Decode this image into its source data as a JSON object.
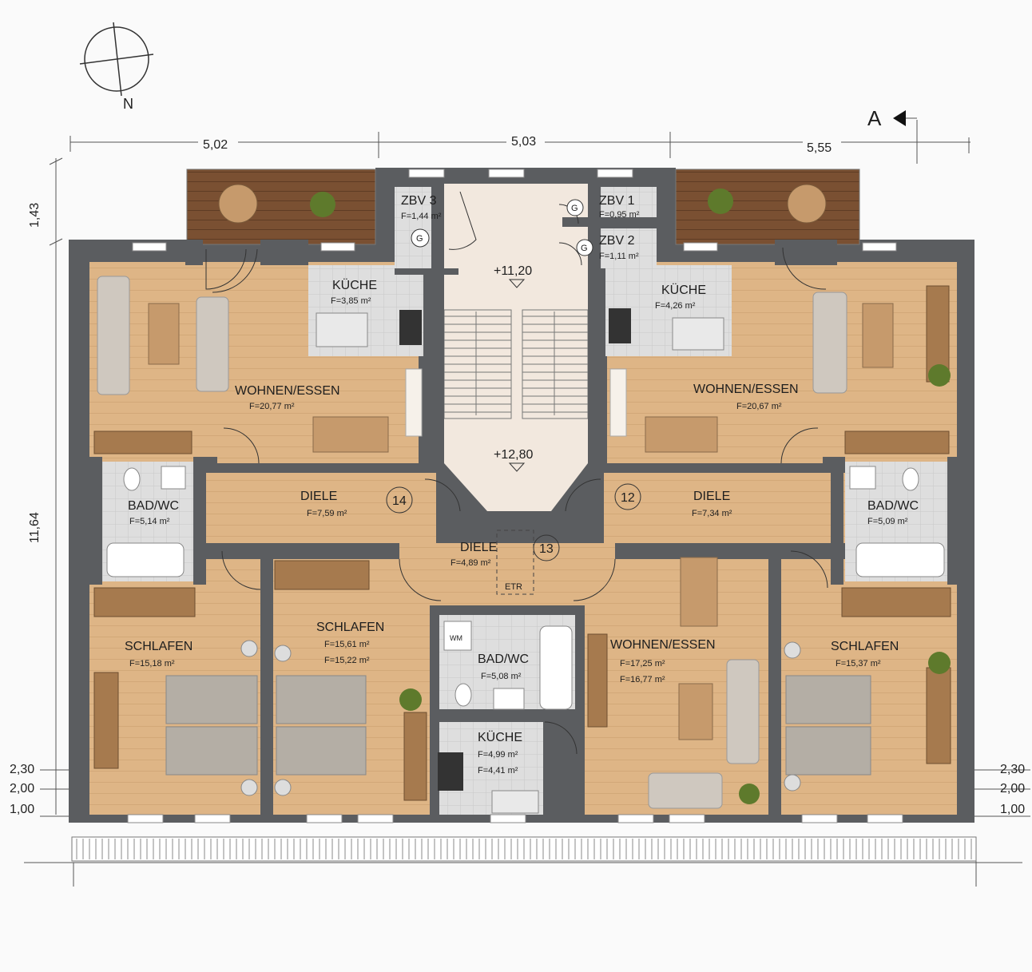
{
  "compass": {
    "north_label": "N"
  },
  "section_marker": {
    "label": "A"
  },
  "dimensions": {
    "top": [
      "5,02",
      "5,03",
      "5,55"
    ],
    "left": [
      "1,43",
      "11,64"
    ],
    "left_levels": [
      "2,30",
      "2,00",
      "1,00"
    ],
    "right_levels": [
      "2,30",
      "2,00",
      "1,00"
    ]
  },
  "levels": {
    "top_landing": "+11,20",
    "bottom_landing": "+12,80"
  },
  "rooms": {
    "zbv3": {
      "name": "ZBV 3",
      "area": "F=1,44 m²",
      "symbol": "G"
    },
    "zbv1": {
      "name": "ZBV 1",
      "area": "F=0,95 m²",
      "symbol": "G"
    },
    "zbv2": {
      "name": "ZBV 2",
      "area": "F=1,11 m²",
      "symbol": "G"
    },
    "kueche_l": {
      "name": "KÜCHE",
      "area": "F=3,85 m²"
    },
    "kueche_r": {
      "name": "KÜCHE",
      "area": "F=4,26 m²"
    },
    "wohnen_l": {
      "name": "WOHNEN/ESSEN",
      "area": "F=20,77 m²"
    },
    "wohnen_r": {
      "name": "WOHNEN/ESSEN",
      "area": "F=20,67 m²"
    },
    "bad_l": {
      "name": "BAD/WC",
      "area": "F=5,14 m²"
    },
    "bad_r": {
      "name": "BAD/WC",
      "area": "F=5,09 m²"
    },
    "diele_l": {
      "name": "DIELE",
      "area": "F=7,59 m²"
    },
    "diele_r": {
      "name": "DIELE",
      "area": "F=7,34 m²"
    },
    "diele_m": {
      "name": "DIELE",
      "area": "F=4,89 m²"
    },
    "schlafen_l": {
      "name": "SCHLAFEN",
      "area": "F=15,18 m²"
    },
    "schlafen_ml": {
      "name": "SCHLAFEN",
      "area": "F=15,61 m²",
      "area2": "F=15,22 m²"
    },
    "bad_m": {
      "name": "BAD/WC",
      "area": "F=5,08 m²",
      "wm": "WM"
    },
    "kueche_m": {
      "name": "KÜCHE",
      "area": "F=4,99 m²",
      "area2": "F=4,41 m²"
    },
    "wohnen_m": {
      "name": "WOHNEN/ESSEN",
      "area": "F=17,25 m²",
      "area2": "F=16,77 m²"
    },
    "schlafen_r": {
      "name": "SCHLAFEN",
      "area": "F=15,37 m²"
    }
  },
  "unit_numbers": {
    "left": "14",
    "right": "12",
    "middle": "13"
  },
  "etr_label": "ETR",
  "colors": {
    "wall": "#5b5d60",
    "floor": "#deb586",
    "tile": "#dcdcdc",
    "stair": "#f2e8de",
    "balcony": "#7a5032"
  }
}
